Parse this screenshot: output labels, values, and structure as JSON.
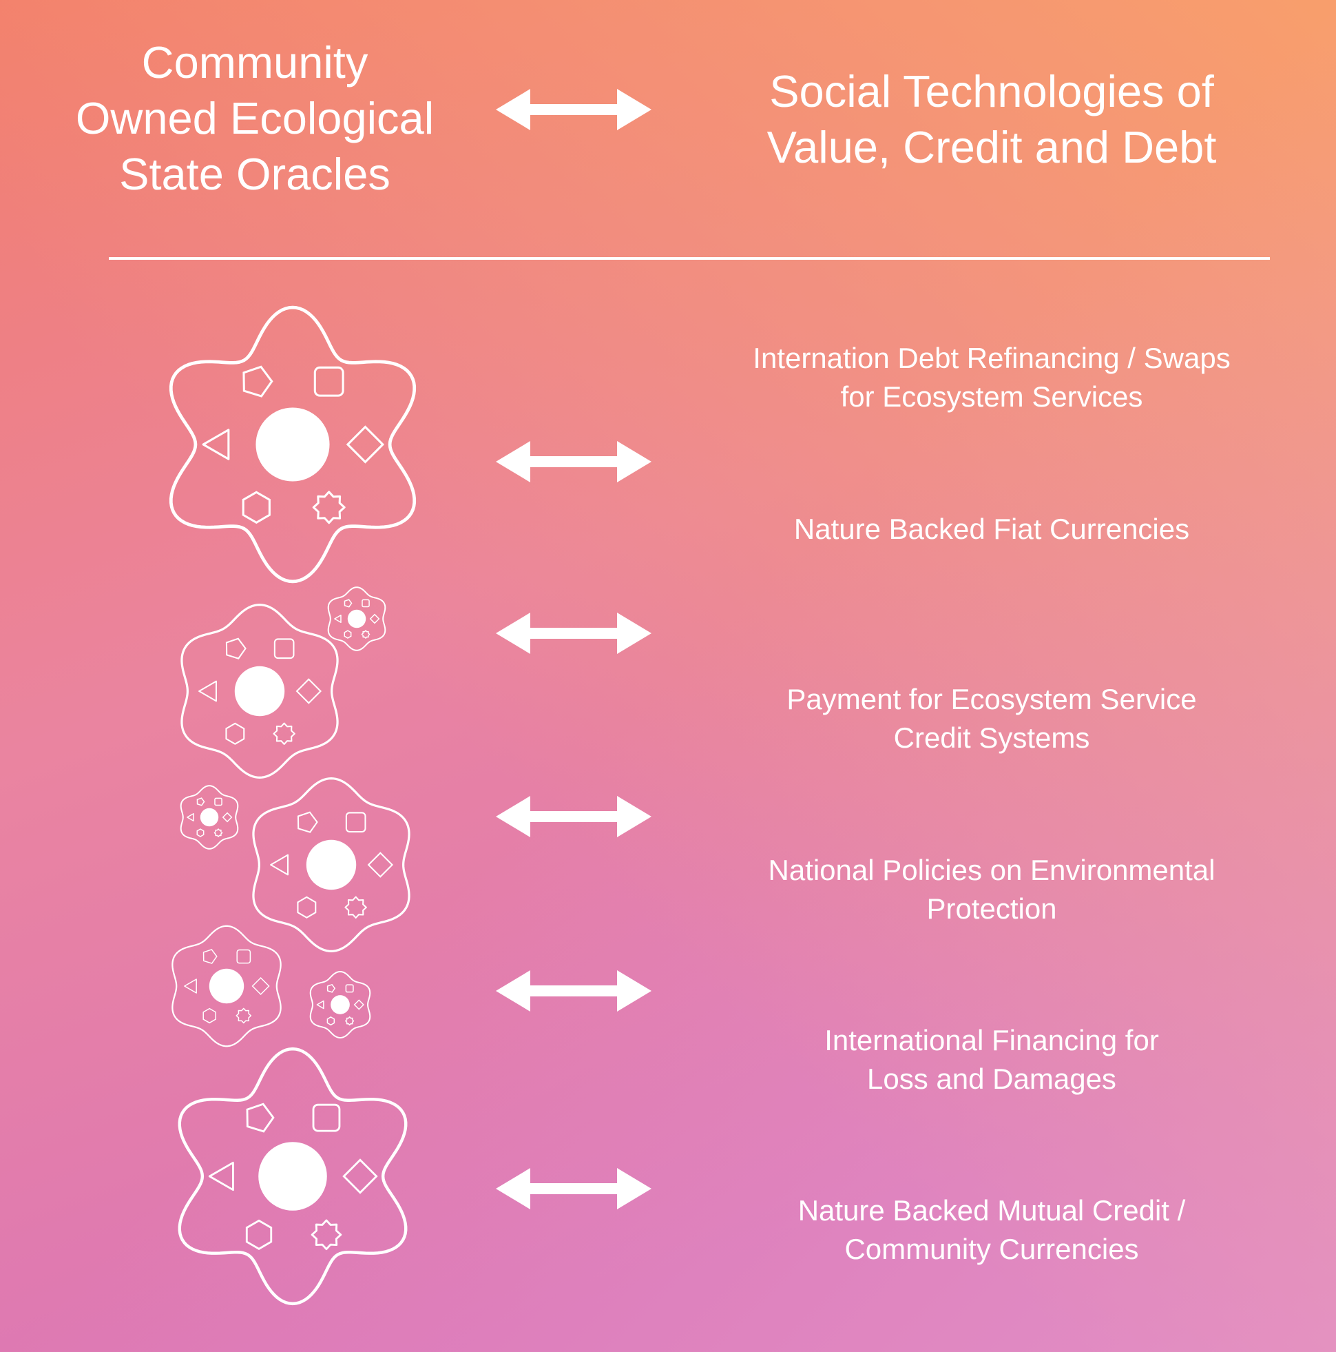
{
  "header": {
    "left_title": [
      "Community",
      "Owned Ecological",
      "State Oracles"
    ],
    "right_title": [
      "Social Technologies of",
      "Value, Credit and Debt"
    ]
  },
  "items": [
    [
      "Internation Debt Refinancing / Swaps",
      "for Ecosystem Services"
    ],
    [
      "Nature Backed Fiat Currencies"
    ],
    [
      "Payment for Ecosystem Service",
      "Credit Systems"
    ],
    [
      "National Policies on Environmental",
      "Protection"
    ],
    [
      "International Financing for",
      "Loss and Damages"
    ],
    [
      "Nature Backed Mutual Credit /",
      "Community Currencies"
    ]
  ],
  "icons": {
    "arrow": "double-headed-arrow-icon",
    "oracle": "ecological-oracle-icon"
  },
  "colors": {
    "gradient_top_left": "#f07a6c",
    "gradient_top_right": "#f89a6c",
    "gradient_bottom_left": "#dc74b4",
    "gradient_bottom_right": "#e28cc6",
    "foreground": "#ffffff"
  }
}
